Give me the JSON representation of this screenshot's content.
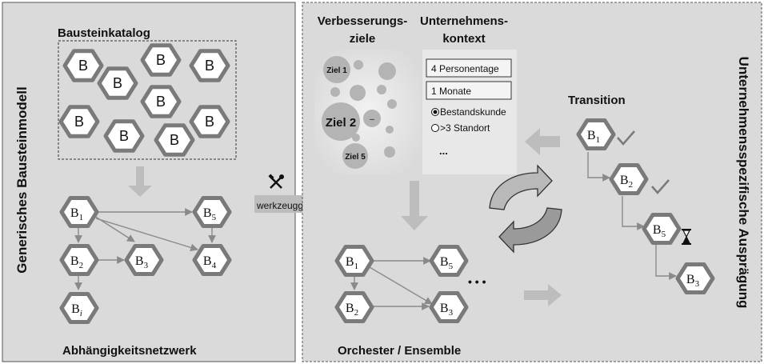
{
  "left_panel": {
    "vertical_title": "Generisches Bausteinmodell",
    "catalog_title": "Bausteinkatalog",
    "catalog_block_label": "B",
    "network_title": "Abhängigkeitsnetzwerk",
    "network_nodes": {
      "b1": "1",
      "b2": "2",
      "b3": "3",
      "b4": "4",
      "b5": "5",
      "bi": "i"
    }
  },
  "middle_connector": {
    "label": "werkzeuggestützt",
    "tool_icon": "hammer-wrench-icon"
  },
  "right_panel": {
    "goals_title": [
      "Verbesserungs-",
      "ziele"
    ],
    "context_title": [
      "Unternehmens-",
      "kontext"
    ],
    "goals": {
      "ziel1": "Ziel 1",
      "ziel2": "Ziel 2",
      "ziel5": "Ziel 5",
      "dash": "–"
    },
    "context": {
      "personentage": "4 Personentage",
      "monate": "1 Monate",
      "bestandskunde": "Bestandskunde",
      "standort": ">3 Standort",
      "more": "..."
    },
    "orchestra_title": "Orchester / Ensemble",
    "orchestra_ellipsis": "• • •",
    "transition_title": "Transition",
    "vertical_title": "Unternehmensspezifische Ausprägung",
    "block_letter": "B"
  },
  "colors": {
    "panel_bg": "#dadada",
    "hexagon_fill": "#ffffff",
    "hexagon_stroke": "#7a7a7a",
    "arrow": "#bdbdbd",
    "text": "#111111"
  }
}
